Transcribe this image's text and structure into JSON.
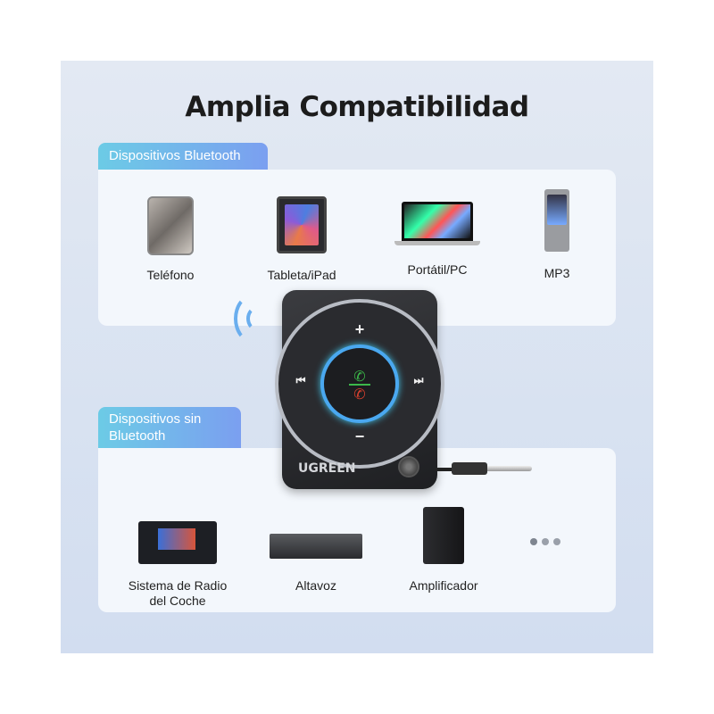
{
  "title": "Amplia Compatibilidad",
  "bluetooth": {
    "tag": "Dispositivos Bluetooth",
    "items": [
      {
        "label": "Teléfono",
        "icon": "phone-icon"
      },
      {
        "label": "Tableta/iPad",
        "icon": "tablet-icon"
      },
      {
        "label": "Portátil/PC",
        "icon": "laptop-icon"
      },
      {
        "label": "MP3",
        "icon": "mp3-player-icon"
      }
    ]
  },
  "non_bluetooth": {
    "tag_line1": "Dispositivos sin",
    "tag_line2": "Bluetooth",
    "items": [
      {
        "label_line1": "Sistema de Radio",
        "label_line2": "del Coche",
        "icon": "car-radio-icon"
      },
      {
        "label_line1": "Altavoz",
        "icon": "speaker-icon"
      },
      {
        "label_line1": "Amplificador",
        "icon": "amplifier-icon"
      }
    ]
  },
  "device": {
    "brand": "UGREEN",
    "plus": "+",
    "minus": "−",
    "prev": "⏮",
    "next": "⏭",
    "call": "✆"
  },
  "colors": {
    "tag_start": "#6ccbe6",
    "tag_end": "#7b9ff0",
    "ring": "#4aa8f0"
  }
}
